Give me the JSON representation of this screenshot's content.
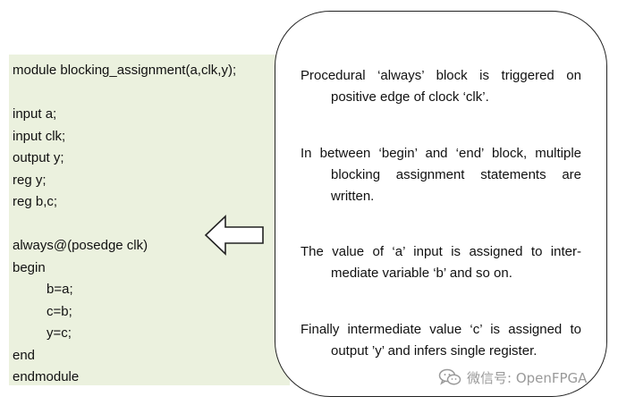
{
  "code": {
    "lines": [
      {
        "text": "module blocking_assignment(a,clk,y);",
        "indent": false
      },
      {
        "text": "",
        "indent": false
      },
      {
        "text": "input a;",
        "indent": false
      },
      {
        "text": "input clk;",
        "indent": false
      },
      {
        "text": "output y;",
        "indent": false
      },
      {
        "text": "reg y;",
        "indent": false
      },
      {
        "text": "reg b,c;",
        "indent": false
      },
      {
        "text": "",
        "indent": false
      },
      {
        "text": "always@(posedge clk)",
        "indent": false
      },
      {
        "text": "begin",
        "indent": false
      },
      {
        "text": "b=a;",
        "indent": true
      },
      {
        "text": "c=b;",
        "indent": true
      },
      {
        "text": "y=c;",
        "indent": true
      },
      {
        "text": "end",
        "indent": false
      },
      {
        "text": "endmodule",
        "indent": false
      }
    ],
    "background": "#ebf1de"
  },
  "notes": {
    "items": [
      "Procedural ‘always’ block is triggered on positive edge of clock ‘clk’.",
      "In between ‘begin’ and ‘end’ block, multiple blocking assignment statements are written.",
      "The value of ‘a’ input is assigned to inter-mediate variable ‘b’ and so on.",
      "Finally intermediate value ‘c’ is assigned to output ’y’ and infers single register."
    ]
  },
  "watermark": {
    "icon": "wechat-icon",
    "text": "微信号: OpenFPGA"
  }
}
